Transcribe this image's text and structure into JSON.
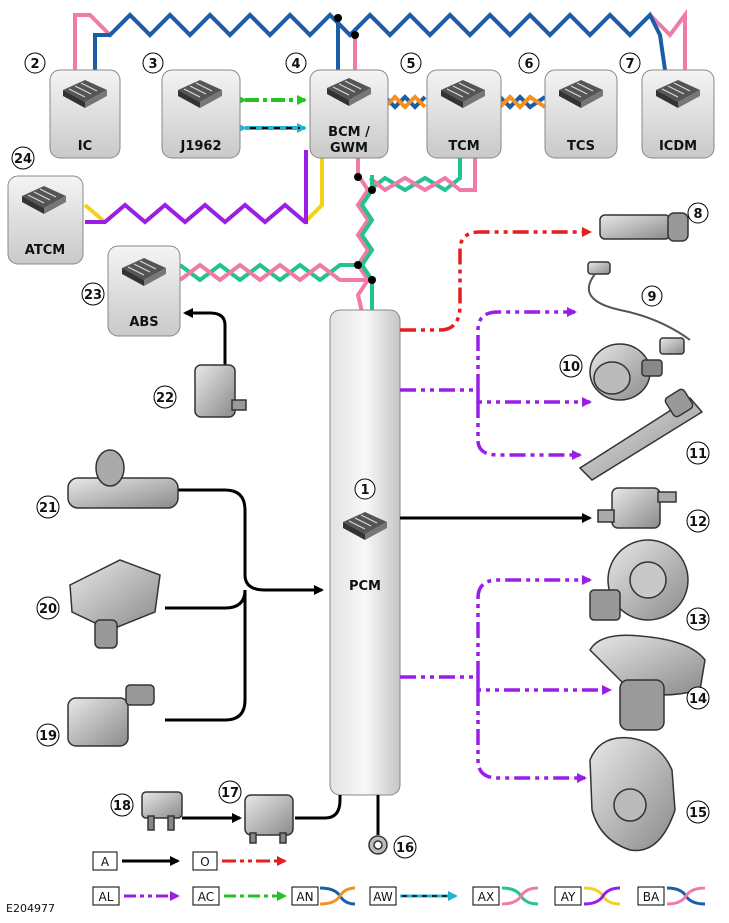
{
  "figure_ref": "E204977",
  "modules": {
    "ic": "IC",
    "j1962": "J1962",
    "bcm_line1": "BCM /",
    "bcm_line2": "GWM",
    "tcm": "TCM",
    "tcs": "TCS",
    "icdm": "ICDM",
    "atcm": "ATCM",
    "abs": "ABS",
    "pcm": "PCM"
  },
  "callouts": [
    "1",
    "2",
    "3",
    "4",
    "5",
    "6",
    "7",
    "8",
    "9",
    "10",
    "11",
    "12",
    "13",
    "14",
    "15",
    "16",
    "17",
    "18",
    "19",
    "20",
    "21",
    "22",
    "23",
    "24"
  ],
  "legend": {
    "a": "A",
    "o": "O",
    "al": "AL",
    "ac": "AC",
    "an": "AN",
    "aw": "AW",
    "ax": "AX",
    "ay": "AY",
    "ba": "BA"
  },
  "colors": {
    "hardwired": "#000000",
    "pwm": "#e41e1e",
    "lin": "#9b1de8",
    "diagnostic_green": "#22c322",
    "can_orange": "#f5901e",
    "can_blue": "#1a5ea8",
    "can_pink": "#f07aa8",
    "can_teal": "#22c38e",
    "can_yellow": "#f0d21e",
    "cyan": "#22b4d2"
  }
}
